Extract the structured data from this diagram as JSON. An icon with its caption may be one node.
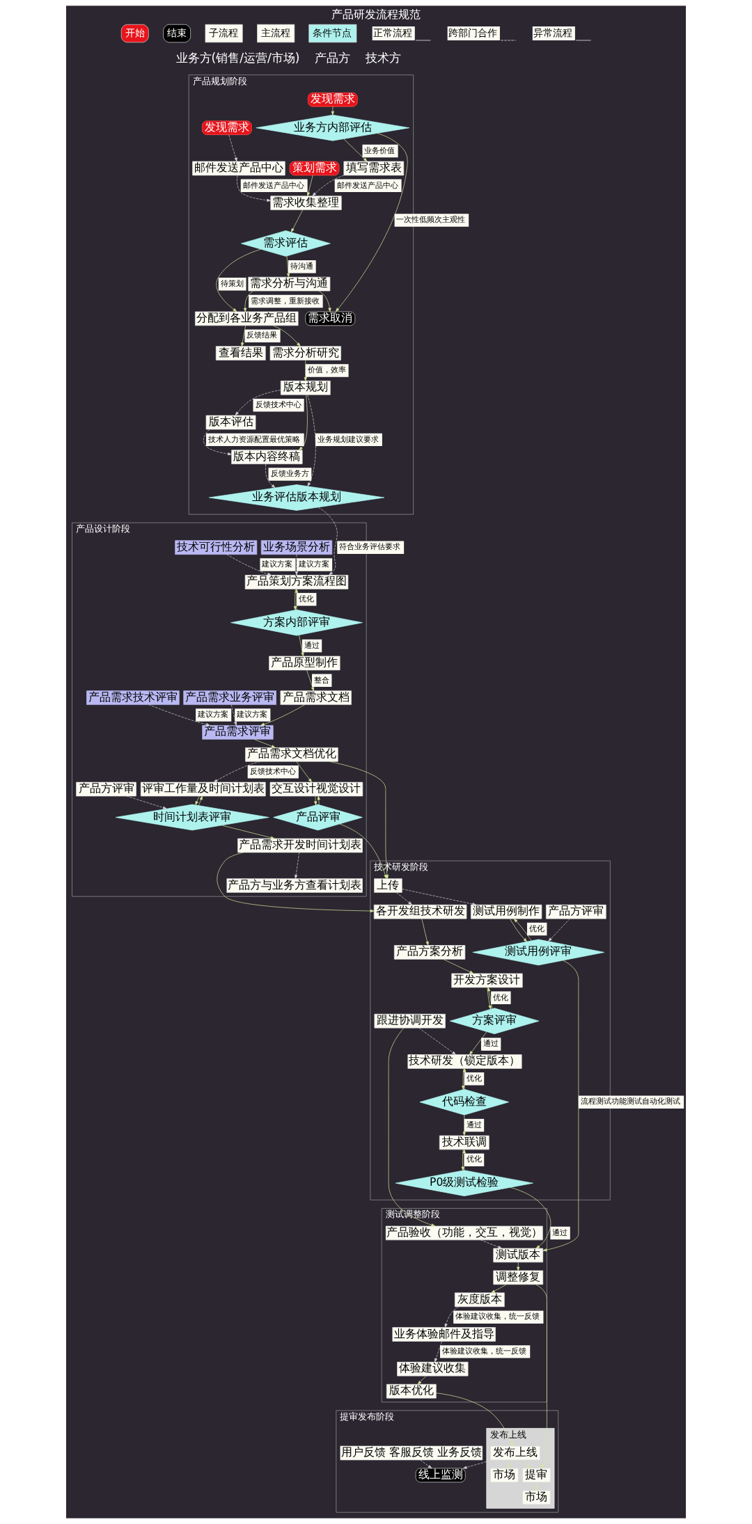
{
  "diagram": {
    "title": "产品研发流程规范",
    "nodes": [
      {
        "text": [
          "产品规划阶段"
        ]
      },
      {
        "text": [
          "发现需求"
        ],
        "in": 0
      },
      {
        "text": [
          "业务方内部评估"
        ],
        "in": 0
      },
      {
        "text": [
          "需求取消"
        ],
        "in": 0
      },
      {
        "text": [
          "填写需求表"
        ],
        "in": 0
      },
      {
        "text": [
          "策划需求"
        ],
        "in": 0
      },
      {
        "text": [
          "需求收集整理"
        ],
        "in": 0
      },
      {
        "text": [
          "需求评估"
        ],
        "in": 0
      },
      {
        "text": [
          "需求分析与沟通"
        ],
        "in": 0
      },
      {
        "text": [
          "分配到各业务产品组"
        ],
        "in": 0
      },
      {
        "text": [
          "查看结果"
        ],
        "in": 0
      },
      {
        "text": [
          "发现需求"
        ],
        "in": 0
      },
      {
        "text": [
          "邮件发送产品中心"
        ],
        "in": 0
      },
      {
        "text": [
          "需求分析研究"
        ],
        "in": 0
      },
      {
        "text": [
          "版本规划"
        ],
        "in": 0
      },
      {
        "text": [
          "版本评估"
        ],
        "in": 0
      },
      {
        "text": [
          "版本内容终稿"
        ],
        "in": 0
      },
      {
        "text": [
          "业务评估版本规划"
        ],
        "in": 0
      },
      {
        "text": [
          "产品设计阶段"
        ]
      },
      {
        "text": [
          "业务场景分析"
        ],
        "in": 18
      },
      {
        "text": [
          "产品策划方案流程图"
        ],
        "in": 18
      },
      {
        "text": [
          "技术可行性分析"
        ],
        "in": 18
      },
      {
        "text": [
          "方案内部评审"
        ],
        "in": 18
      },
      {
        "text": [
          "产品原型制作"
        ],
        "in": 18
      },
      {
        "text": [
          "产品需求文档"
        ],
        "in": 18
      },
      {
        "text": [
          "产品需求业务评审"
        ],
        "in": 18
      },
      {
        "text": [
          "产品需求评审"
        ],
        "in": 18
      },
      {
        "text": [
          "产品需求技术评审"
        ],
        "in": 18
      },
      {
        "text": [
          "交互设计视觉设计"
        ],
        "in": 18
      },
      {
        "text": [
          "产品需求文档优化"
        ],
        "in": 18
      },
      {
        "text": [
          "评审工作量及时间计划表"
        ],
        "in": 18
      },
      {
        "text": [
          "产品评审"
        ],
        "in": 18
      },
      {
        "text": [
          "产品方评审"
        ],
        "in": 18
      },
      {
        "text": [
          "时间计划表评审"
        ],
        "in": 18
      },
      {
        "text": [
          "产品方与业务方查看计划表"
        ],
        "in": 18
      },
      {
        "text": [
          "产品需求开发时间计划表"
        ],
        "in": 18
      },
      {
        "text": [
          "技术研发阶段"
        ]
      },
      {
        "text": [
          "上传"
        ],
        "in": 36
      },
      {
        "text": [
          "各开发组技术研发"
        ],
        "in": 36
      },
      {
        "text": [
          "产品方案分析"
        ],
        "in": 36
      },
      {
        "text": [
          "测试用例制作"
        ],
        "in": 36
      },
      {
        "text": [
          "开发方案设计"
        ],
        "in": 36
      },
      {
        "text": [
          "产品方评审"
        ],
        "in": 36
      },
      {
        "text": [
          "测试用例评审"
        ],
        "in": 36
      },
      {
        "text": [
          "方案评审"
        ],
        "in": 36
      },
      {
        "text": [
          "跟进协调开发"
        ],
        "in": 36
      },
      {
        "text": [
          "技术研发（锁定版本）"
        ],
        "in": 36
      },
      {
        "text": [
          "代码检查"
        ],
        "in": 36
      },
      {
        "text": [
          "技术联调"
        ],
        "in": 36
      },
      {
        "text": [
          "P0级测试检验"
        ],
        "in": 36
      },
      {
        "text": [
          "测试调整阶段"
        ]
      },
      {
        "text": [
          "产品验收（功能，交互，视觉）"
        ],
        "in": 50
      },
      {
        "text": [
          "测试版本"
        ],
        "in": 50
      },
      {
        "text": [
          "调整修复"
        ],
        "in": 50
      },
      {
        "text": [
          "业务体验邮件及指导"
        ],
        "in": 50
      },
      {
        "text": [
          "灰度版本"
        ],
        "in": 50
      },
      {
        "text": [
          "体验建议收集"
        ],
        "in": 50
      },
      {
        "text": [
          "版本优化"
        ],
        "in": 50
      },
      {
        "text": [
          "提审发布阶段"
        ]
      },
      {
        "text": [
          "用户反馈 客服反馈 业务反馈"
        ],
        "in": 58
      },
      {
        "text": [
          "线上监测"
        ],
        "in": 58
      },
      {
        "text": [
          "发布上线"
        ],
        "in": 58
      },
      {
        "text": [
          "发布上线"
        ],
        "in": 61
      },
      {
        "text": [
          "提审"
        ],
        "in": 61
      },
      {
        "text": [
          "市场"
        ],
        "in": 61
      },
      {
        "text": [
          "市场"
        ],
        "in": 61
      }
    ],
    "edges": [
      {
        "from": 1,
        "to": 2,
        "arrow": "to"
      },
      {
        "from": 2,
        "to": 3,
        "arrow": "to",
        "label": "一次性低频次主观性"
      },
      {
        "from": 2,
        "to": 4,
        "arrow": "to",
        "label": "业务价值"
      },
      {
        "from": 4,
        "to": 6,
        "arrow": "to",
        "label": "邮件发送产品中心",
        "style": "dashed"
      },
      {
        "from": 5,
        "to": 6,
        "arrow": "to"
      },
      {
        "from": 11,
        "to": 12,
        "arrow": "to",
        "style": "dashed"
      },
      {
        "from": 12,
        "to": 6,
        "arrow": "to",
        "label": "邮件发送产品中心",
        "style": "dashed"
      },
      {
        "from": 6,
        "to": 7,
        "arrow": "to"
      },
      {
        "from": 7,
        "to": 8,
        "arrow": "to",
        "label": "待沟通"
      },
      {
        "from": 8,
        "to": 3,
        "arrow": "to"
      },
      {
        "from": 8,
        "to": 9,
        "arrow": "to",
        "label": "需求调整，重新接收"
      },
      {
        "from": 7,
        "to": 9,
        "arrow": "to",
        "label": "待策划"
      },
      {
        "from": 9,
        "to": 10,
        "arrow": "to",
        "label": "反馈结果"
      },
      {
        "from": 9,
        "to": 13,
        "arrow": "to"
      },
      {
        "from": 13,
        "to": 14,
        "arrow": "to",
        "label": "价值，效率"
      },
      {
        "from": 14,
        "to": 17,
        "arrow": "to",
        "label": "业务规划建议要求",
        "style": "dashed"
      },
      {
        "from": 14,
        "to": 15,
        "arrow": "to",
        "label": "反馈技术中心",
        "style": "dashed"
      },
      {
        "from": 14,
        "to": 16,
        "arrow": "to"
      },
      {
        "from": 15,
        "to": 16,
        "arrow": "to",
        "label": "技术人力资源配置最优策略",
        "style": "dashed"
      },
      {
        "from": 16,
        "to": 17,
        "arrow": "to",
        "label": "反馈业务方",
        "style": "dashed"
      },
      {
        "from": 17,
        "to": 20,
        "arrow": "to",
        "label": "符合业务评估要求",
        "style": "dashed"
      },
      {
        "from": 19,
        "to": 20,
        "arrow": "to",
        "label": "建议方案",
        "style": "dashed"
      },
      {
        "from": 21,
        "to": 20,
        "arrow": "to",
        "label": "建议方案",
        "style": "dashed"
      },
      {
        "from": 20,
        "to": 22,
        "arrow": "to"
      },
      {
        "from": 22,
        "to": 20,
        "arrow": "to",
        "label": "优化"
      },
      {
        "from": 22,
        "to": 23,
        "arrow": "to",
        "label": "通过"
      },
      {
        "from": 23,
        "to": 24,
        "arrow": "to",
        "label": "整合"
      },
      {
        "from": 24,
        "to": 26,
        "arrow": "to"
      },
      {
        "from": 25,
        "to": 26,
        "arrow": "to",
        "label": "建议方案",
        "style": "dashed"
      },
      {
        "from": 27,
        "to": 26,
        "arrow": "to",
        "label": "建议方案",
        "style": "dashed"
      },
      {
        "from": 26,
        "to": 29,
        "arrow": "to"
      },
      {
        "from": 29,
        "to": 28,
        "arrow": "to"
      },
      {
        "from": 28,
        "to": 31,
        "arrow": "to"
      },
      {
        "from": 31,
        "to": 28,
        "arrow": "to"
      },
      {
        "from": 29,
        "to": 30,
        "arrow": "to",
        "label": "反馈技术中心",
        "style": "dashed"
      },
      {
        "from": 30,
        "to": 33,
        "arrow": "to"
      },
      {
        "from": 33,
        "to": 30,
        "arrow": "to"
      },
      {
        "from": 32,
        "to": 33,
        "arrow": "to",
        "style": "dashed"
      },
      {
        "from": 33,
        "to": 35,
        "arrow": "to"
      },
      {
        "from": 35,
        "to": 34,
        "arrow": "to",
        "style": "dashed"
      },
      {
        "from": 31,
        "to": 37,
        "arrow": "to"
      },
      {
        "from": 29,
        "to": 37,
        "arrow": "to"
      },
      {
        "from": 37,
        "to": 38,
        "arrow": "to",
        "style": "dashed"
      },
      {
        "from": 35,
        "to": 38,
        "arrow": "to"
      },
      {
        "from": 38,
        "to": 39,
        "arrow": "to"
      },
      {
        "from": 39,
        "to": 41,
        "arrow": "to"
      },
      {
        "from": 37,
        "to": 40,
        "arrow": "to",
        "style": "dashed"
      },
      {
        "from": 40,
        "to": 43,
        "arrow": "to"
      },
      {
        "from": 43,
        "to": 40,
        "arrow": "to",
        "label": "优化"
      },
      {
        "from": 42,
        "to": 43,
        "arrow": "to",
        "style": "dashed"
      },
      {
        "from": 41,
        "to": 44,
        "arrow": "to"
      },
      {
        "from": 44,
        "to": 41,
        "arrow": "to",
        "label": "优化"
      },
      {
        "from": 44,
        "to": 46,
        "arrow": "to",
        "label": "通过"
      },
      {
        "from": 45,
        "to": 46,
        "arrow": "to",
        "style": "dashed"
      },
      {
        "from": 46,
        "to": 47,
        "arrow": "to"
      },
      {
        "from": 47,
        "to": 46,
        "arrow": "to",
        "label": "优化"
      },
      {
        "from": 47,
        "to": 48,
        "arrow": "to",
        "label": "通过"
      },
      {
        "from": 48,
        "to": 49,
        "arrow": "to"
      },
      {
        "from": 49,
        "to": 48,
        "arrow": "to",
        "label": "优化"
      },
      {
        "from": 49,
        "to": 52,
        "arrow": "to",
        "label": "通过"
      },
      {
        "from": 43,
        "to": 52,
        "arrow": "to",
        "label": "流程测试功能测试自动化测试"
      },
      {
        "from": 45,
        "to": 51,
        "arrow": "to"
      },
      {
        "from": 51,
        "to": 52,
        "arrow": "to",
        "style": "dashed"
      },
      {
        "from": 52,
        "to": 53,
        "arrow": "to"
      },
      {
        "from": 53,
        "to": 55,
        "arrow": "to"
      },
      {
        "from": 55,
        "to": 54,
        "arrow": "to",
        "label": "体验建议收集，统一反馈",
        "style": "dashed"
      },
      {
        "from": 54,
        "to": 56,
        "arrow": "to",
        "label": "体验建议收集，统一反馈",
        "style": "dashed"
      },
      {
        "from": 56,
        "to": 57,
        "arrow": "to"
      },
      {
        "from": 57,
        "to": 62,
        "arrow": "to"
      },
      {
        "from": 53,
        "to": 63,
        "arrow": "to"
      },
      {
        "from": 62,
        "to": 63,
        "arrow": "to"
      },
      {
        "from": 62,
        "to": 64,
        "arrow": "to"
      },
      {
        "from": 63,
        "to": 65,
        "arrow": "to"
      },
      {
        "from": 61,
        "to": 60,
        "arrow": "to",
        "style": "dashed"
      },
      {
        "from": 59,
        "to": 60,
        "arrow": "to",
        "style": "dashed"
      }
    ],
    "labels": [
      "业务方(销售/运营/市场)",
      "产品方",
      "技术方"
    ],
    "legend": [
      {
        "text": "开始"
      },
      {
        "text": "结束"
      },
      {
        "text": "子流程"
      },
      {
        "text": "主流程"
      },
      {
        "text": "条件节点"
      },
      {
        "text": "正常流程"
      },
      {
        "text": "跨部门合作"
      },
      {
        "text": "异常流程"
      }
    ]
  }
}
